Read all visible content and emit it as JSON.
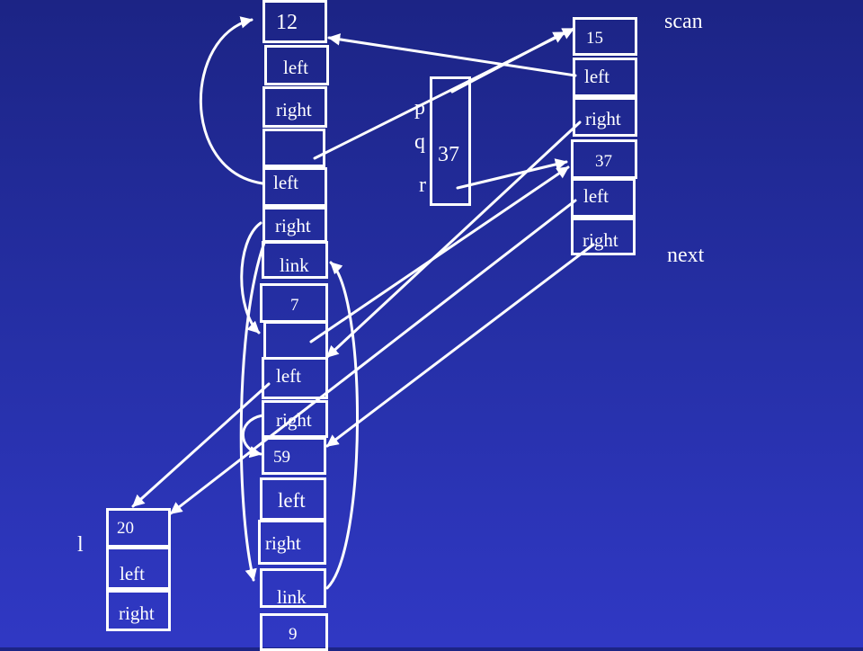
{
  "colors": {
    "background_top": "#1c2485",
    "background_bottom": "#3038c4",
    "stroke": "#ffffff",
    "text": "#ffffff"
  },
  "labels": {
    "scan": "scan",
    "next": "next",
    "p": "p",
    "q": "q",
    "r": "r",
    "l": "l"
  },
  "registers": {
    "value": "37"
  },
  "from_space": {
    "n12": {
      "key": "12",
      "left": "left",
      "right": "right",
      "fwd_left": "left",
      "fwd_right": "right",
      "link": "link"
    },
    "n7": {
      "key": "7",
      "left": "left",
      "right": "right"
    },
    "n59": {
      "key": "59",
      "left": "left",
      "right": "right",
      "link": "link"
    },
    "n9": {
      "key": "9"
    },
    "n20": {
      "key": "20",
      "left": "left",
      "right": "right"
    }
  },
  "to_space": {
    "n15": {
      "key": "15",
      "left": "left",
      "right": "right"
    },
    "n37": {
      "key": "37",
      "left": "left",
      "right": "right"
    }
  }
}
